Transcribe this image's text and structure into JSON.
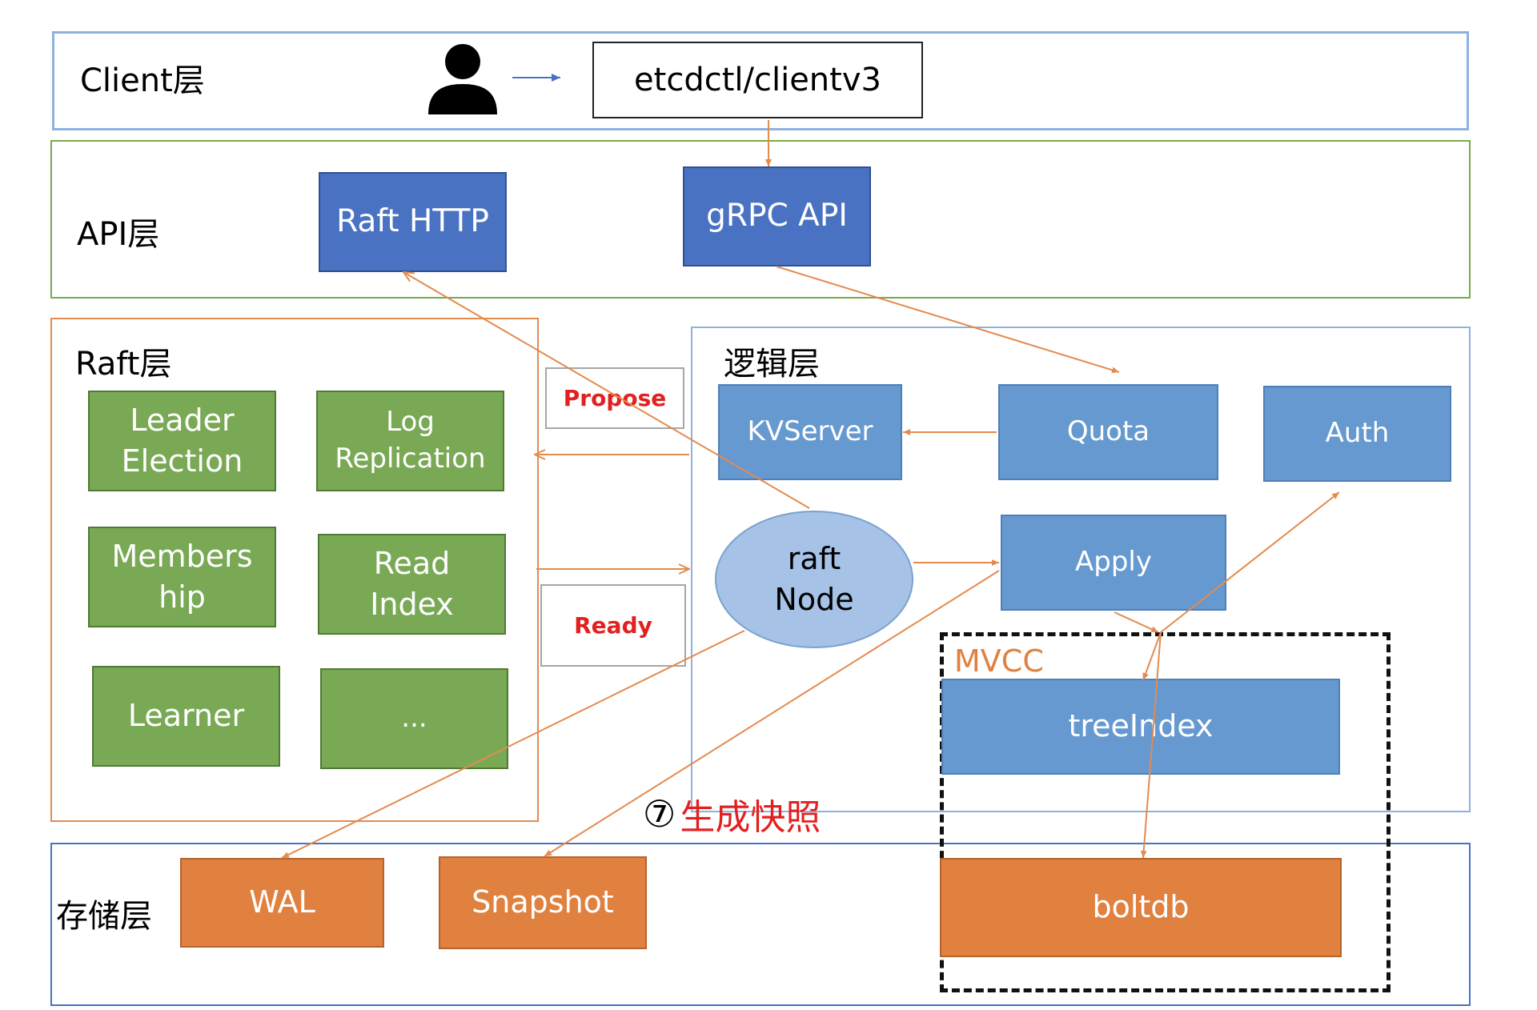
{
  "client_layer": {
    "label": "Client层",
    "client_box": "etcdctl/clientv3",
    "user_icon": "person-icon"
  },
  "api_layer": {
    "label": "API层",
    "raft_http": "Raft HTTP",
    "grpc_api": "gRPC API"
  },
  "raft_layer": {
    "label": "Raft层",
    "modules": [
      {
        "line1": "Leader",
        "line2": "Election"
      },
      {
        "line1": "Log",
        "line2": "Replication"
      },
      {
        "line1": "Members",
        "line2": "hip"
      },
      {
        "line1": "Read",
        "line2": "Index"
      },
      {
        "line1": "Learner",
        "line2": ""
      },
      {
        "line1": "...",
        "line2": ""
      }
    ]
  },
  "messages": {
    "propose": "Propose",
    "ready": "Ready"
  },
  "logic_layer": {
    "label": "逻辑层",
    "kvserver": "KVServer",
    "quota": "Quota",
    "auth": "Auth",
    "apply": "Apply",
    "raft_node_line1": "raft",
    "raft_node_line2": "Node"
  },
  "mvcc": {
    "label": "MVCC",
    "tree_index": "treeIndex",
    "boltdb": "boltdb"
  },
  "storage_layer": {
    "label": "存储层",
    "wal": "WAL",
    "snapshot": "Snapshot"
  },
  "step": {
    "number": "⑦",
    "text": "生成快照"
  },
  "colors": {
    "arrow": "#e38b4f",
    "client_border": "#8fb1de",
    "api_border": "#77ab4c",
    "raft_border": "#e38b4f",
    "logic_border": "#8fb1de",
    "storage_border": "#4a72c2",
    "step_text": "#e32020",
    "mvcc_label": "#e0813f"
  }
}
